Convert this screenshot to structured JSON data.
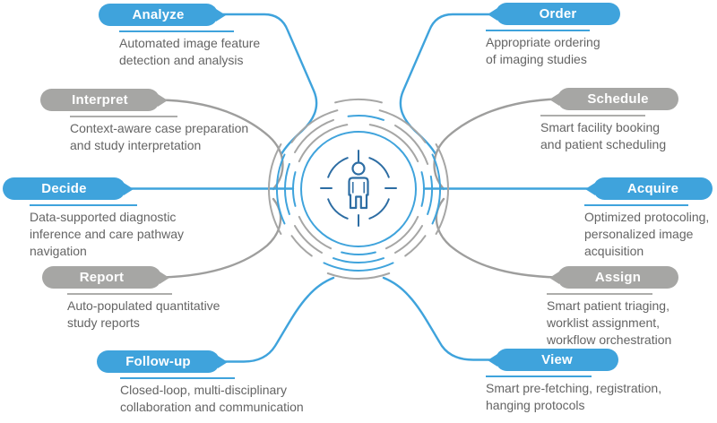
{
  "colors": {
    "blue": "#3fa3dc",
    "gray": "#a6a6a4",
    "dark_blue": "#2d6da3",
    "desc_text": "#646464",
    "background": "#ffffff"
  },
  "center": {
    "icon": "person-target-icon"
  },
  "items": [
    {
      "id": "analyze",
      "label": "Analyze",
      "desc": "Automated image feature\ndetection and analysis",
      "theme": "blue",
      "side": "left"
    },
    {
      "id": "interpret",
      "label": "Interpret",
      "desc": "Context-aware case preparation\nand study interpretation",
      "theme": "gray",
      "side": "left"
    },
    {
      "id": "decide",
      "label": "Decide",
      "desc": "Data-supported diagnostic\ninference and care pathway\nnavigation",
      "theme": "blue",
      "side": "left"
    },
    {
      "id": "report",
      "label": "Report",
      "desc": "Auto-populated quantitative\nstudy reports",
      "theme": "gray",
      "side": "left"
    },
    {
      "id": "follow-up",
      "label": "Follow-up",
      "desc": "Closed-loop, multi-disciplinary\ncollaboration and communication",
      "theme": "blue",
      "side": "left"
    },
    {
      "id": "order",
      "label": "Order",
      "desc": "Appropriate ordering\nof imaging studies",
      "theme": "blue",
      "side": "right"
    },
    {
      "id": "schedule",
      "label": "Schedule",
      "desc": "Smart facility booking\nand patient scheduling",
      "theme": "gray",
      "side": "right"
    },
    {
      "id": "acquire",
      "label": "Acquire",
      "desc": "Optimized protocoling,\npersonalized image\nacquisition",
      "theme": "blue",
      "side": "right"
    },
    {
      "id": "assign",
      "label": "Assign",
      "desc": "Smart patient triaging,\nworklist assignment,\nworkflow orchestration",
      "theme": "gray",
      "side": "right"
    },
    {
      "id": "view",
      "label": "View",
      "desc": "Smart pre-fetching, registration,\nhanging protocols",
      "theme": "blue",
      "side": "right"
    }
  ]
}
